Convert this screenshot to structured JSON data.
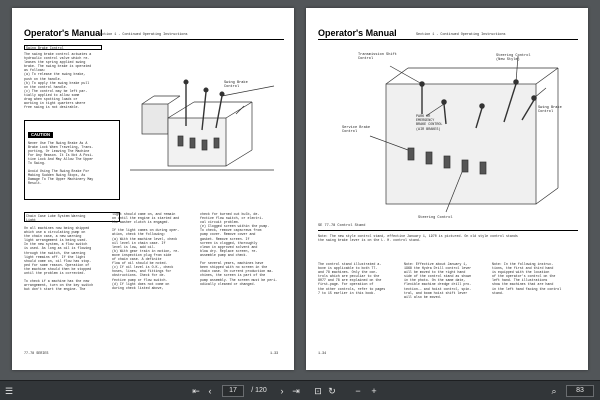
{
  "left_page": {
    "header_title": "Operator's Manual",
    "header_section": "Section 1 - Continued   Operating Instructions",
    "swing": {
      "heading": "Swing Brake Control",
      "body": "The swing brake control actuates a\nhydraulic control valve which re-\nleases the spring applied swing\nbrake. The swing brake is operated\nas follows:\n(a) To release the swing brake,\n    push on the handle.\n(b) To apply the swing brake pull\n    on the control handle.\n(c) The control may be left par-\n    tially applied to allow some\n    drag when spotting loads or\n    working in tight quarters where\n    free swing is not desirable.",
      "figure_label": "Swing Brake\nControl"
    },
    "caution": {
      "title": "CAUTION",
      "text1": "Never Use The Swing Brake As A\nBrake Lock When Traveling, Trans-\nporting, Or Leaving The Machine\nFor Any Reason. It Is Not A Posi-\ntive Lock And May Allow The Upper\nTo Swing.",
      "text2": "Avoid Using The Swing Brake For\nMaking Sudden Swing Stops, As\nDamage To The Upper Machinery May\nResult."
    },
    "lube": {
      "heading": "Chain Case Lube System Warning\nLight",
      "col1": "On all machines now being shipped\nwhich use a circulating pump on\nthe chain case, a new warning\nlight arrangement is being used.\nIn the new system, a flow switch\nis used. As long as oil is flowing\nthrough the switch, the warning\nlight remains off. If the light\nshould come on, oil flow has stop-\nped for some reason. Operation of\nthe machine should then be stopped\nuntil the problem is corrected.\n\nTo check if a machine has the new\narrangement, turn on the key switch\nbut don't start the engine. The",
      "col2": "light should come on, and remain\non until the engine is started and\nthe washer clutch is engaged.\n\nIf the light comes on during oper-\nation, check the following:\n(a) With the machine level, check\n    oil level in chain case. If\n    level is low, add oil.\n(b) With gear train in motion, re-\n    move inspection plug from side\n    of chain case. A definite\n    flow of oil should be noted.\n(c) If oil level is O.K., check\n    hoses, lines, and fittings for\n    obstructions. Check for de-\n    fective pump or flow switch.\n(d) If light does not come on\n    during check listed above,",
      "col3": "check for burned out bulb, de-\nfective flow switch, or electri-\ncal circuit problem.\n(e) Clogged screen within the pump.\nTo check, remove capscrews from\npump cover. Remove cover and\ngasket. Remove screen. If\nscreen is clogged, thoroughly\nclean in approved solvent and\nblow dry. Replace screen, re-\nassemble pump and check.\n\nFor several years, machines have\nbeen shipped with no screen in the\nchain case. On current production ma-\nchines, the screen is part of the\npump assembly. The screen must be peri-\nodically cleaned or changed."
    },
    "footer_left": "77-78 SERIES",
    "footer_right": "1-33"
  },
  "right_page": {
    "header_title": "Operator's Manual",
    "header_section": "Section 1 - Continued   Operating Instructions",
    "labels": {
      "transmission": "Transmission Shift\nControl",
      "steering_new": "Steering Control\n(New Style)",
      "swing_brake": "Swing Brake\nControl",
      "park": "PARK OR\nEMERGENCY\nBRAKE CONTROL\n(AIR BRAKES)",
      "service": "Service Brake\nControl",
      "steering": "Steering Control"
    },
    "figure_caption": "SE 77-78 Control Stand",
    "note_text": "Note:  The new style control stand, effective January 1, 1970 is pictured. On old style control stands\nthe swing brake lever is on the L. H. control stand.",
    "col1": "The control stand illustrated a-\nbove is applicable to both 77-\nand 78 machines. Only the con-\ntrols which are peculiar to the\n8077 and 78 are explained on the\nfirst-page. For operation of\nthe other controls, refer to pages\n7 to 15 earlier in this book.",
    "col2": "Note:  Effective about January 1,\n1968 the Hydra Drill control lever\nwill be moved to the right hand\nside of the control stand as shown\nin the photo. On the same date,\nflexible machine dredge drill pro-\ntection-- and hoist control, spin-\ntral, and boom hoist shift lever\nwill also be moved.",
    "col3": "Note:  In the following instruc-\ntions, the first and third hand\nis equipped with the location\nof the operator's control on the\nleft hand. The illustrations\nshow the machines that are hand\nin the left hand facing the control\nstand.",
    "footer_left": "1-34"
  },
  "toolbar": {
    "current_page": "17",
    "page_total": "/ 120",
    "zoom_percent": "83"
  }
}
